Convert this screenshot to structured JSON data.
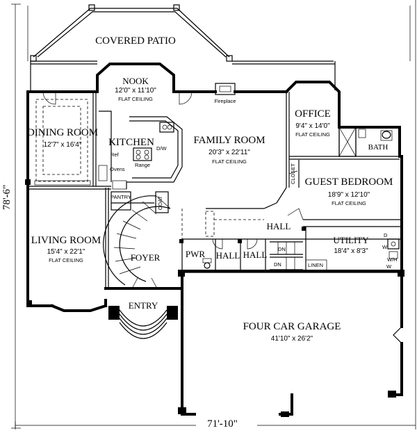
{
  "rooms": {
    "covered_patio": {
      "name": "COVERED PATIO"
    },
    "nook": {
      "name": "NOOK",
      "dims": "12'0\" x 11'10\"",
      "note": "FLAT CEILING"
    },
    "dining": {
      "name": "DINING ROOM",
      "dims": "12'7\" x 16'4\""
    },
    "kitchen": {
      "name": "KITCHEN",
      "ref": "Ref",
      "ovens": "Ovens",
      "range": "Range",
      "dw": "D/W"
    },
    "family": {
      "name": "FAMILY ROOM",
      "dims": "20'3\" x 22'11\"",
      "note": "FLAT CEILING"
    },
    "office": {
      "name": "OFFICE",
      "dims": "9'4\" x 14'0\"",
      "note": "FLAT CEILING"
    },
    "bath": {
      "name": "BATH"
    },
    "closet": {
      "name": "CLOSET"
    },
    "guest": {
      "name": "GUEST BEDROOM",
      "dims": "18'9\" x 12'10\"",
      "note": "FLAT CEILING"
    },
    "pantry": {
      "name": "PANTRY"
    },
    "coat": {
      "name": "COAT"
    },
    "living": {
      "name": "LIVING ROOM",
      "dims": "15'4\" x 22'1\"",
      "note": "FLAT CEILING"
    },
    "foyer": {
      "name": "FOYER"
    },
    "hall_main": {
      "name": "HALL"
    },
    "hall_small": {
      "name": "HALL"
    },
    "hall_side": {
      "name": "HALL"
    },
    "pwr": {
      "name": "PWR"
    },
    "utility": {
      "name": "UTILITY",
      "dims": "18'4\" x 8'3\""
    },
    "linen": {
      "name": "LINEN"
    },
    "entry": {
      "name": "ENTRY"
    },
    "garage": {
      "name": "FOUR CAR GARAGE",
      "dims": "41'10\" x 26'2\""
    }
  },
  "labels": {
    "fireplace": "Fireplace",
    "dn1": "DN",
    "dn2": "DN",
    "d": "D",
    "w": "W",
    "wh": "W/H",
    "w2": "W"
  },
  "overall": {
    "width": "71'-10\"",
    "depth": "78'-6\""
  }
}
